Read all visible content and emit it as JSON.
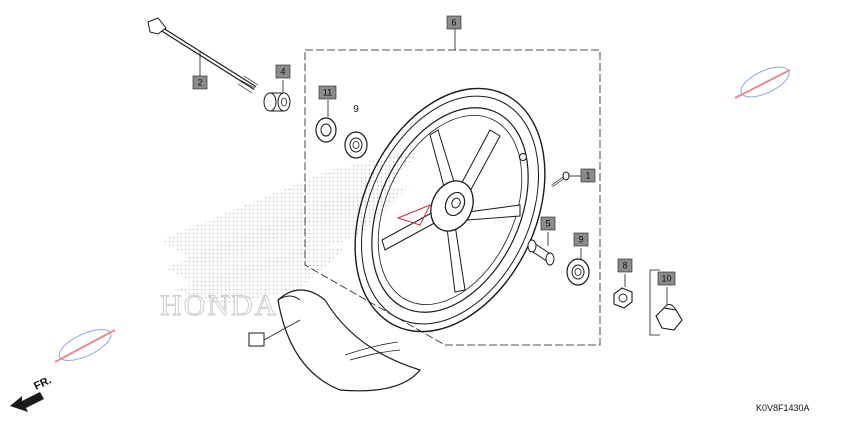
{
  "diagram": {
    "code": "K0V8F1430A",
    "direction": "FR.",
    "callouts": [
      {
        "id": "1",
        "label": "1"
      },
      {
        "id": "2",
        "label": "2"
      },
      {
        "id": "4",
        "label": "4"
      },
      {
        "id": "5",
        "label": "5"
      },
      {
        "id": "6",
        "label": "6"
      },
      {
        "id": "8",
        "label": "8"
      },
      {
        "id": "9a",
        "label": "9"
      },
      {
        "id": "9b",
        "label": "9"
      },
      {
        "id": "10",
        "label": "10"
      },
      {
        "id": "11",
        "label": "11"
      }
    ]
  },
  "colors": {
    "line": "#1a1a1a",
    "callout_box": "#8c8c8c",
    "watermark": "#d0d0d0",
    "accent": "#d03040"
  }
}
